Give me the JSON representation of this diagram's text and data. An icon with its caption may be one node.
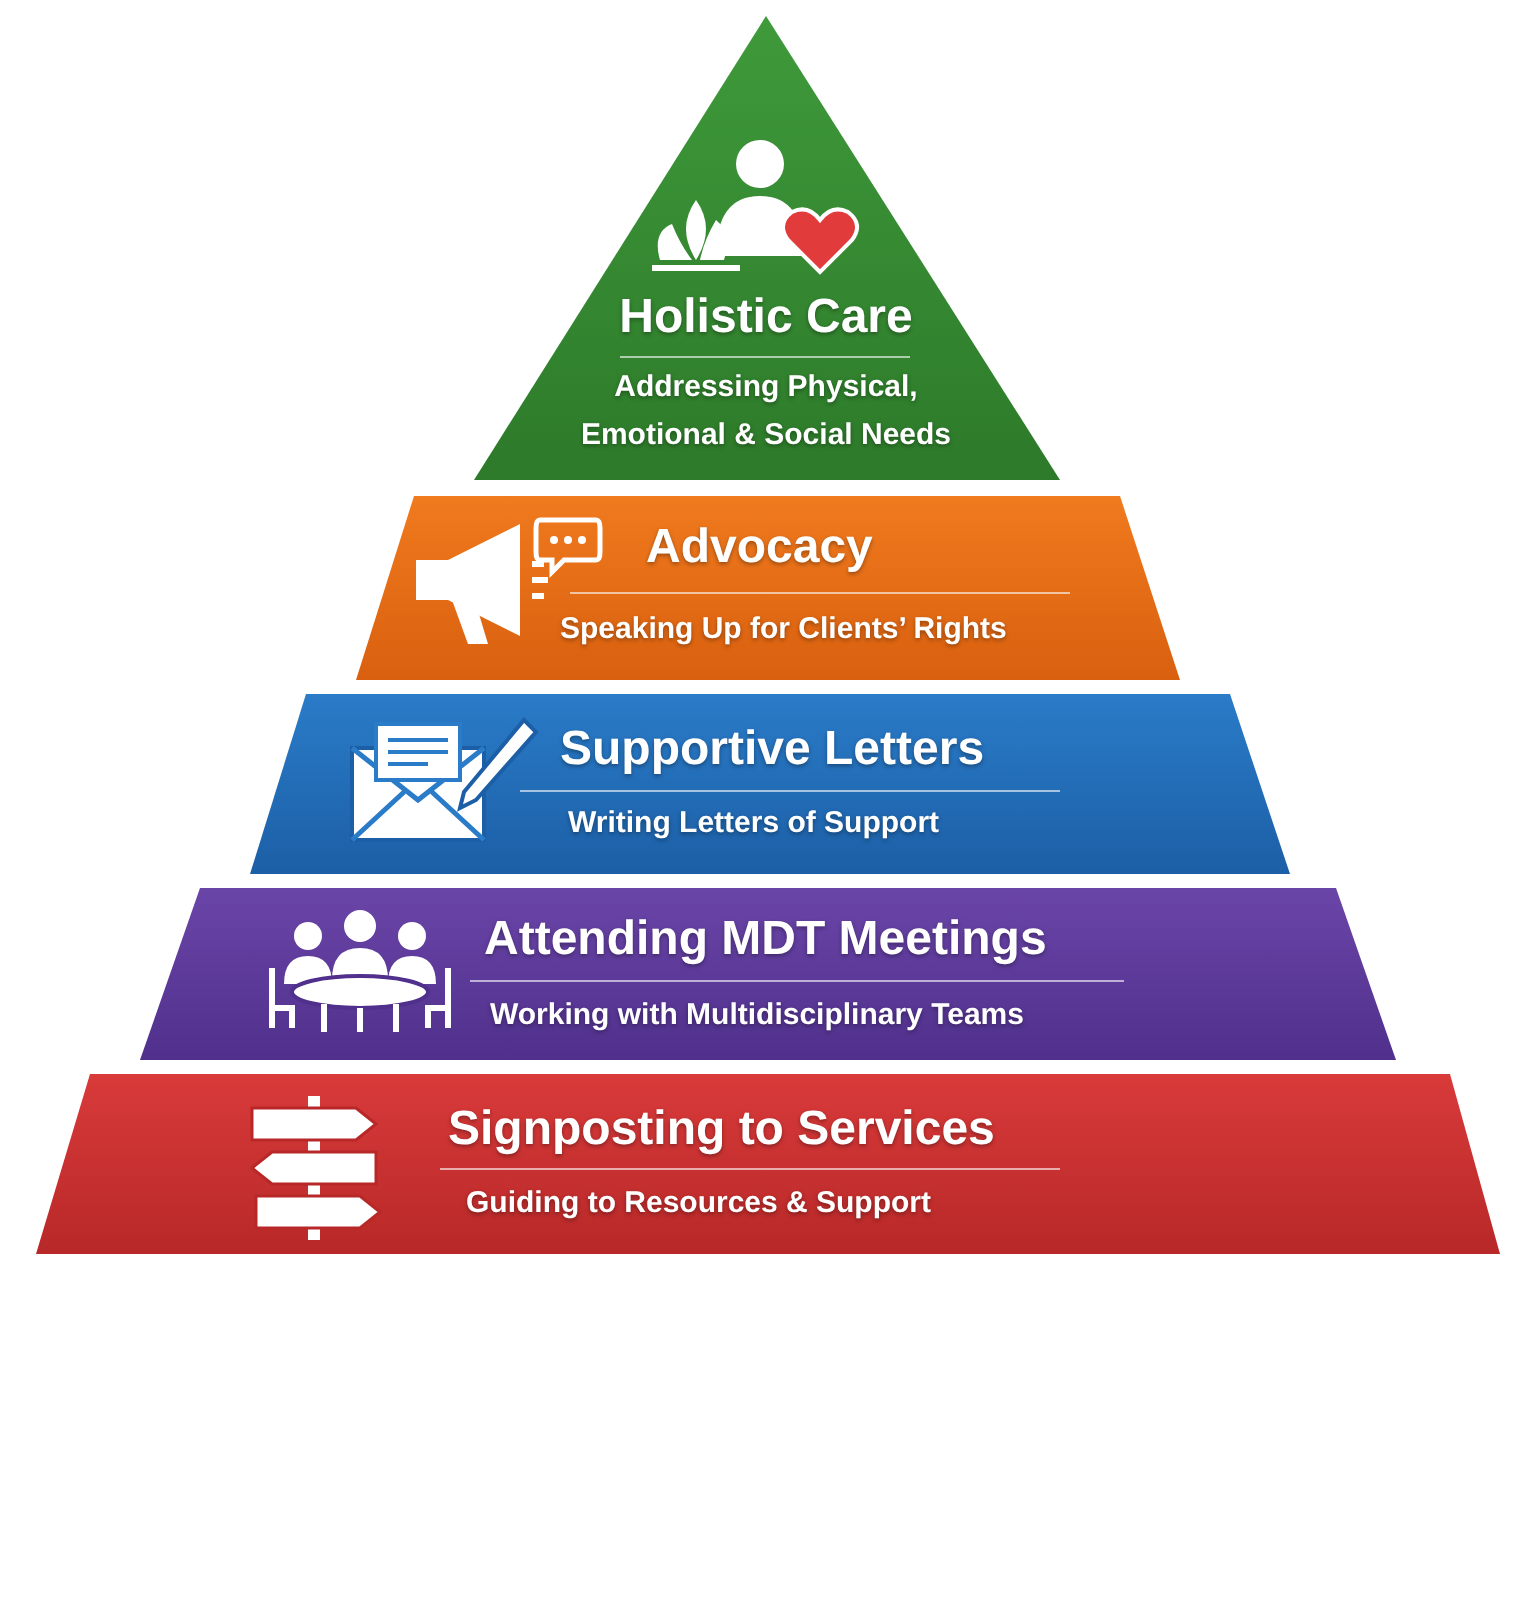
{
  "diagram": {
    "nodes": [
      {
        "text": [
          "Holistic Care",
          "Addressing Physical, Emotional & Social Needs"
        ]
      },
      {
        "text": [
          "Advocacy",
          "Speaking Up for Clients’ Rights"
        ]
      },
      {
        "text": [
          "Supportive Letters",
          "Writing Letters of Support"
        ]
      },
      {
        "text": [
          "Attending MDT Meetings",
          "Working with Multidisciplinary Teams"
        ]
      },
      {
        "text": [
          "Signposting to Services",
          "Guiding to Resources & Support"
        ]
      }
    ]
  }
}
